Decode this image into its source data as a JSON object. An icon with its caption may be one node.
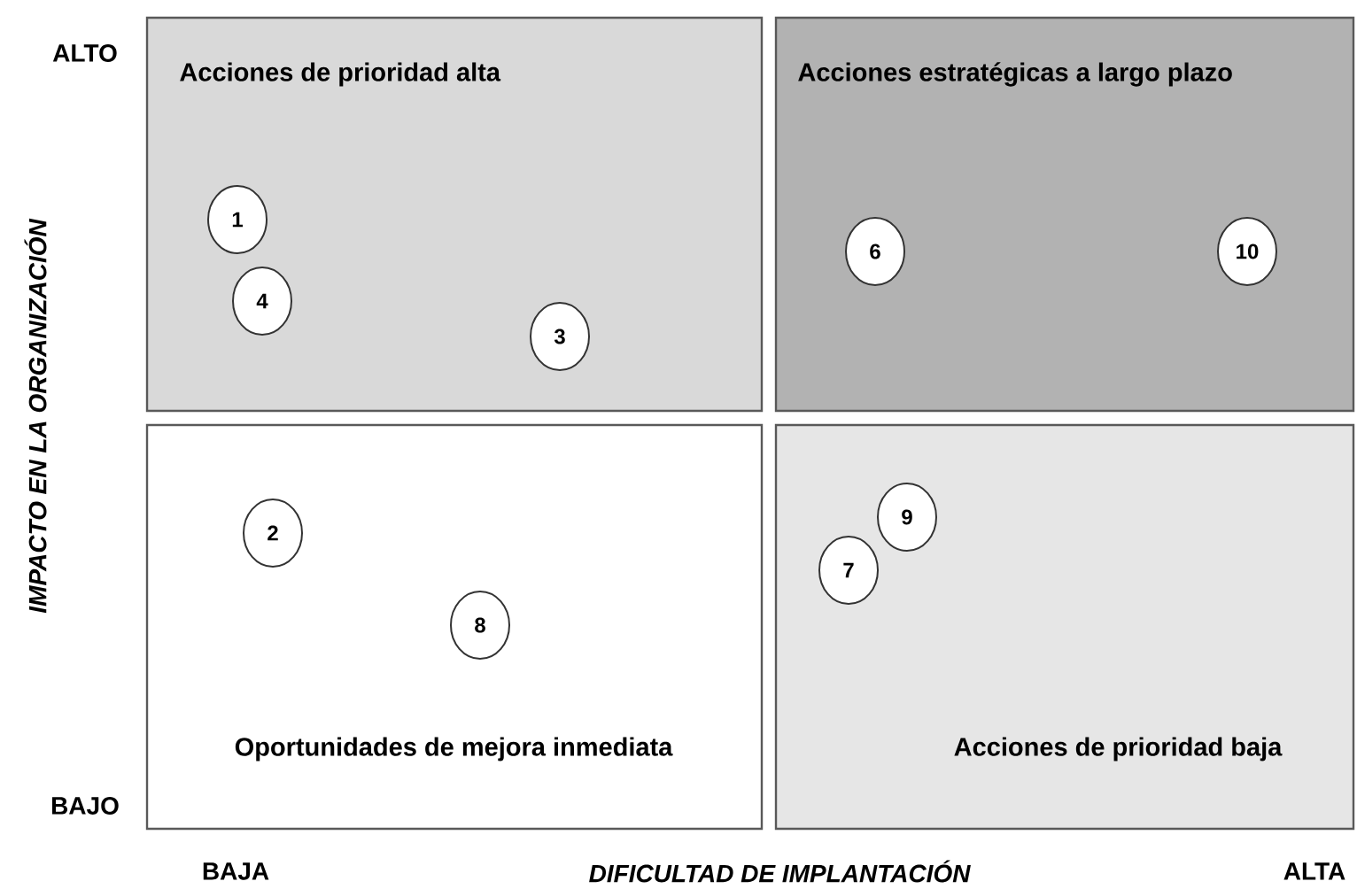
{
  "diagram": {
    "nodes": [
      {
        "text": [
          "Acciones de prioridad alta"
        ]
      },
      {
        "text": [
          "1"
        ],
        "in": 0
      },
      {
        "text": [
          "4"
        ],
        "in": 0
      },
      {
        "text": [
          "3"
        ],
        "in": 0
      },
      {
        "text": [
          "Acciones estratégicas a largo plazo"
        ]
      },
      {
        "text": [
          "6"
        ],
        "in": 4
      },
      {
        "text": [
          "10"
        ],
        "in": 4
      },
      {
        "text": [
          "Oportunidades de mejora inmediata"
        ]
      },
      {
        "text": [
          "2"
        ],
        "in": 7
      },
      {
        "text": [
          "8"
        ],
        "in": 7
      },
      {
        "text": [
          "Acciones de prioridad baja"
        ]
      },
      {
        "text": [
          "9"
        ],
        "in": 10
      },
      {
        "text": [
          "7"
        ],
        "in": 10
      }
    ],
    "labels": [
      "ALTO",
      "IMPACTO EN LA ORGANIZACIÓN",
      "BAJO",
      "BAJA",
      "DIFICULTAD DE IMPLANTACIÓN",
      "ALTA"
    ]
  }
}
